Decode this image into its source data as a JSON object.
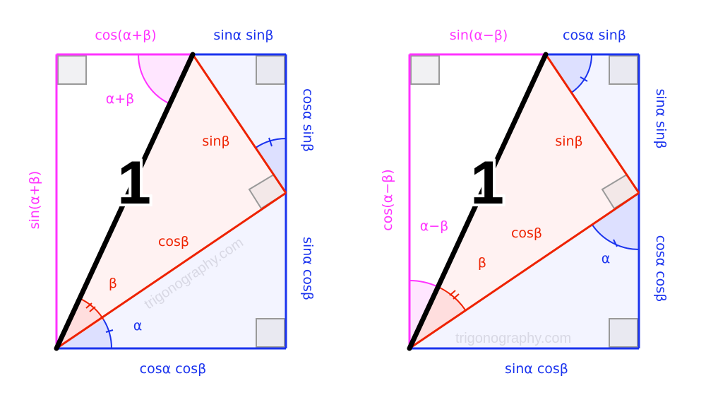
{
  "diagrams": [
    {
      "name": "angle-sum",
      "top_left_label": "cos(α+β)",
      "top_right_label": "sinα sinβ",
      "left_label": "sin(α+β)",
      "right_upper_label": "cosα sinβ",
      "right_lower_label": "sinα cosβ",
      "bottom_label": "cosα cosβ",
      "hypotenuse_label": "1",
      "upper_leg_label": "sinβ",
      "lower_leg_label": "cosβ",
      "angle_top_label": "α+β",
      "angle_beta_label": "β",
      "angle_alpha_label": "α",
      "watermark": "trigonography.com"
    },
    {
      "name": "angle-difference",
      "top_left_label": "sin(α−β)",
      "top_right_label": "cosα sinβ",
      "left_label": "cos(α−β)",
      "right_upper_label": "sinα sinβ",
      "right_lower_label": "cosα cosβ",
      "bottom_label": "sinα cosβ",
      "hypotenuse_label": "1",
      "upper_leg_label": "sinβ",
      "lower_leg_label": "cosβ",
      "angle_left_label": "α−β",
      "angle_beta_label": "β",
      "angle_alpha_label": "α",
      "watermark": "trigonography.com"
    }
  ],
  "colors": {
    "magenta": "#ff33ff",
    "blue": "#1a33ee",
    "red": "#ee2200",
    "black": "#000000",
    "light_blue_fill": "#f3f4ff",
    "light_pink_fill": "#fff2f2",
    "angle_blue_fill": "#dde0ff",
    "angle_magenta_fill": "#ffe6ff",
    "angle_red_fill": "#ffdede"
  }
}
